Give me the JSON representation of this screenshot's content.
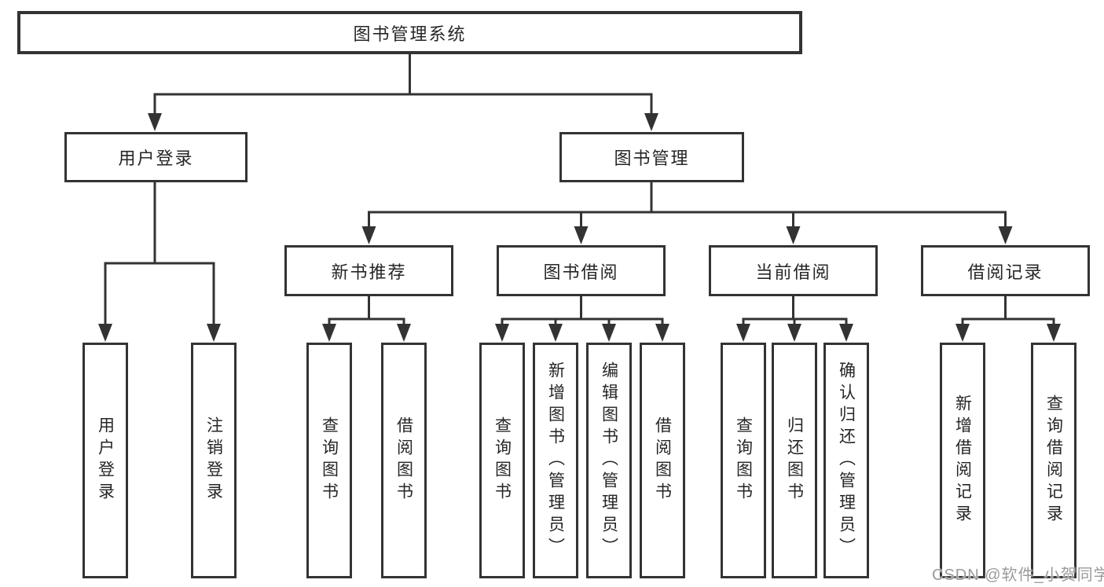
{
  "diagram": {
    "tree": {
      "label": "图书管理系统",
      "children": [
        {
          "label": "用户登录",
          "children": [
            {
              "label": "用户登录"
            },
            {
              "label": "注销登录"
            }
          ]
        },
        {
          "label": "图书管理",
          "children": [
            {
              "label": "新书推荐",
              "children": [
                {
                  "label": "查询图书"
                },
                {
                  "label": "借阅图书"
                }
              ]
            },
            {
              "label": "图书借阅",
              "children": [
                {
                  "label": "查询图书"
                },
                {
                  "label": "新增图书（管理员）"
                },
                {
                  "label": "编辑图书（管理员）"
                },
                {
                  "label": "借阅图书"
                }
              ]
            },
            {
              "label": "当前借阅",
              "children": [
                {
                  "label": "查询图书"
                },
                {
                  "label": "归还图书"
                },
                {
                  "label": "确认归还（管理员）"
                }
              ]
            },
            {
              "label": "借阅记录",
              "children": [
                {
                  "label": "新增借阅记录"
                },
                {
                  "label": "查询借阅记录"
                }
              ]
            }
          ]
        }
      ]
    },
    "watermark": "CSDN @软件_小贺同学",
    "colors": {
      "line": "#333333",
      "box_border": "#333333",
      "text": "#262626",
      "watermark": "#9a9a9a",
      "background": "#ffffff"
    }
  }
}
